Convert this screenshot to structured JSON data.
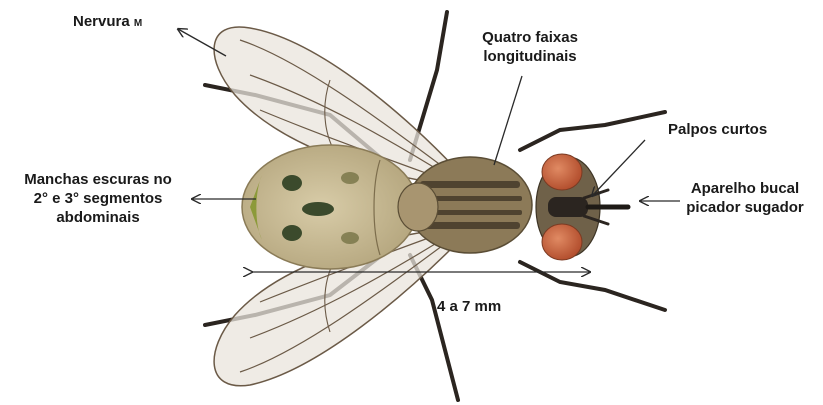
{
  "labels": {
    "nervura": "Nervura",
    "nervura_suffix": "M",
    "faixas_line1": "Quatro faixas",
    "faixas_line2": "longitudinais",
    "palpos": "Palpos curtos",
    "aparelho_line1": "Aparelho bucal",
    "aparelho_line2": "picador sugador",
    "manchas_line1": "Manchas escuras no",
    "manchas_line2": "2° e 3° segmentos",
    "manchas_line3": "abdominais",
    "size": "4 a 7 mm"
  },
  "colors": {
    "text": "#1a1a1a",
    "arrow": "#2a2a2a",
    "wing": "#e9e4dc",
    "wing_vein": "#6b5a47",
    "abdomen": "#c9bb95",
    "thorax": "#8c7a58",
    "thorax_stripe": "#4f4330",
    "eye": "#c7623f",
    "leg": "#2b2520",
    "spot": "#3b4a2c"
  },
  "icons": {
    "subject": "house-fly-illustration"
  }
}
